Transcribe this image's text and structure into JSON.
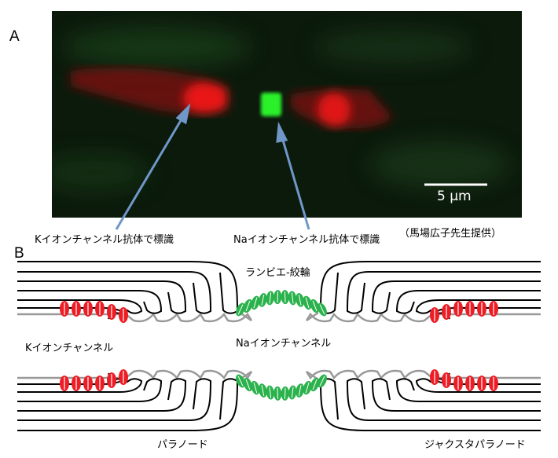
{
  "panel_a": {
    "letter": "A",
    "scale_bar": "5 µm"
  },
  "panel_b": {
    "letter": "B"
  },
  "labels": {
    "k_antibody": "Kイオンチャンネル抗体で標識",
    "na_antibody": "Naイオンチャンネル抗体で標識",
    "credit": "（馬場広子先生提供）",
    "node_of_ranvier": "ランビエ-絞輪",
    "k_channel": "Kイオンチャンネル",
    "na_channel": "Naイオンチャンネル",
    "paranode": "パラノード",
    "juxtaparanode": "ジャクスタパラノード"
  },
  "colors": {
    "k_channel": "#ee1c24",
    "na_channel": "#2bb24c",
    "arrow": "#6f97c8",
    "axolemma": "#999999"
  }
}
